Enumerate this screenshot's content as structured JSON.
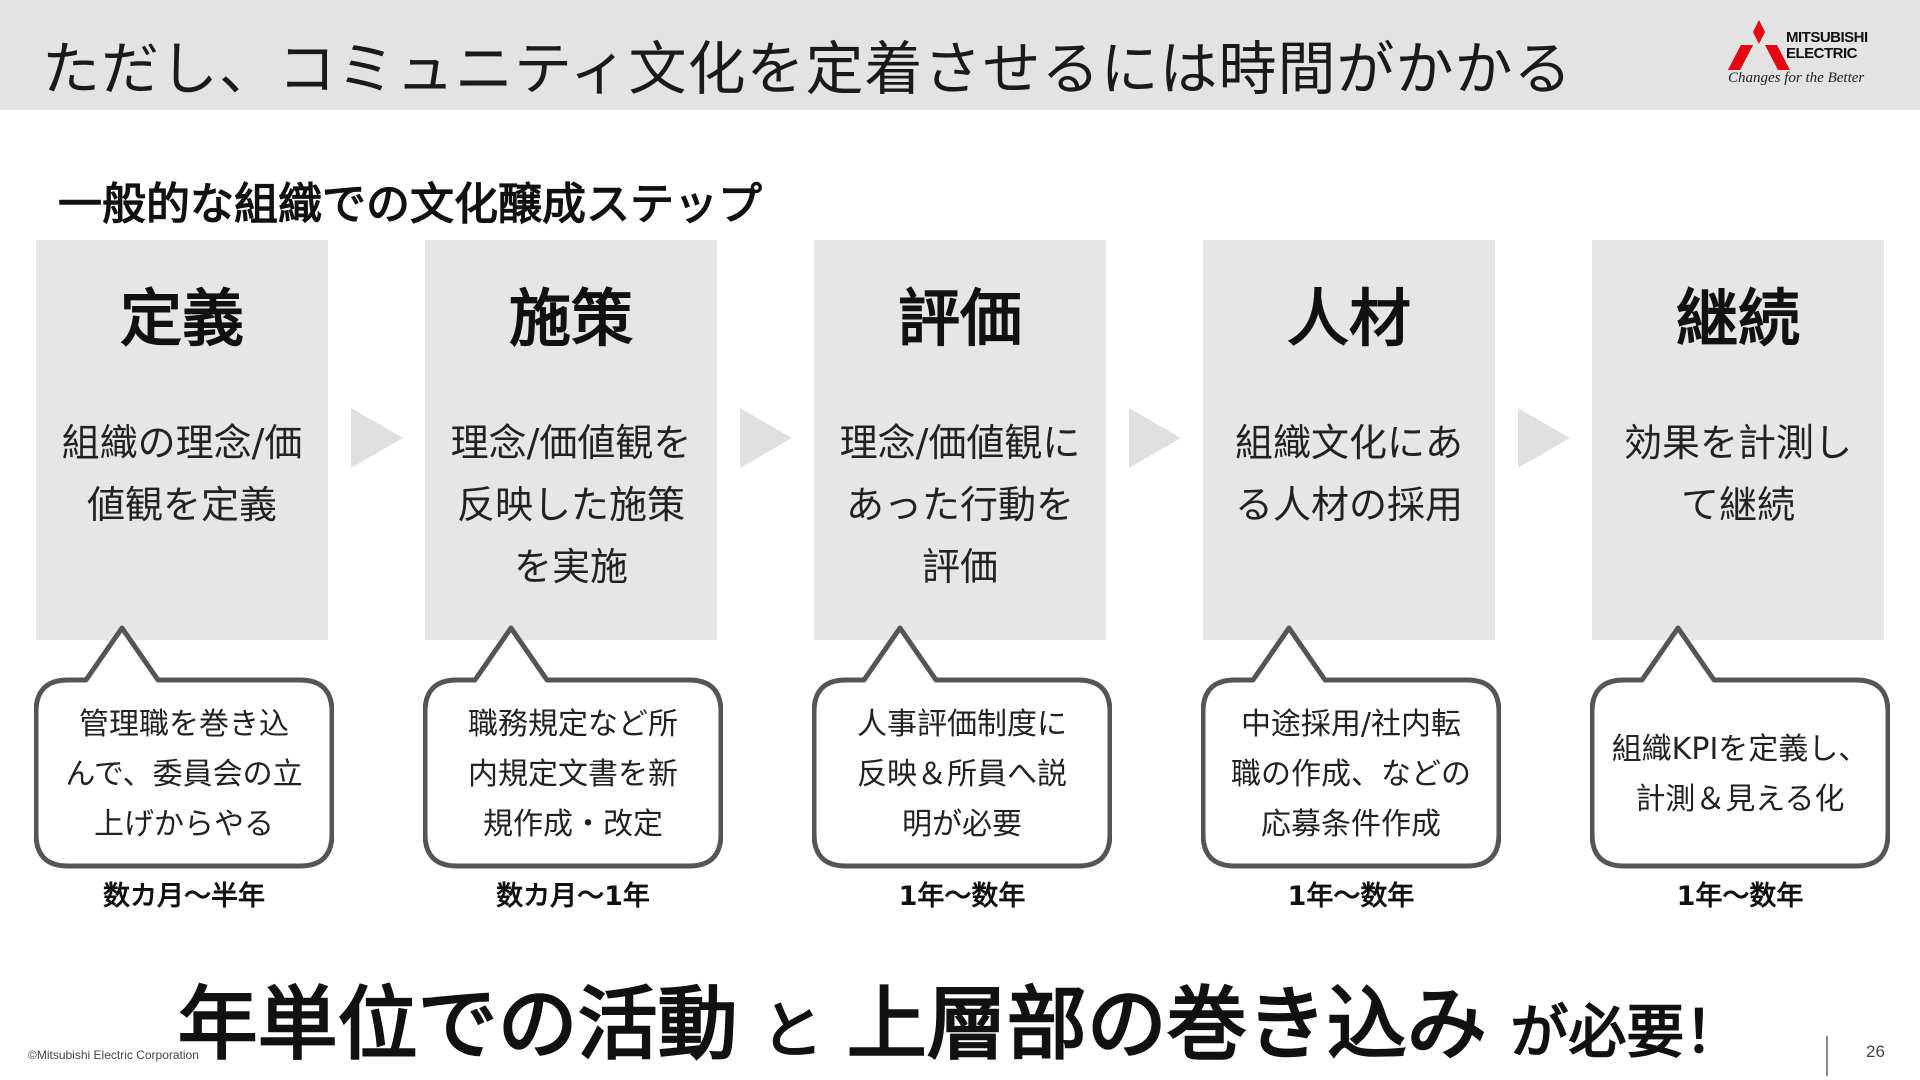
{
  "header": {
    "title": "ただし、コミュニティ文化を定着させるには時間がかかる",
    "logo": {
      "name_line1": "MITSUBISHI",
      "name_line2": "ELECTRIC",
      "tagline": "Changes for the Better",
      "mark_color": "#e60012"
    }
  },
  "section": {
    "title": "一般的な組織での文化醸成ステップ"
  },
  "steps": [
    {
      "heading": "定義",
      "desc": [
        "組織の理念/価",
        "値観を定義"
      ],
      "bubble": [
        "管理職を巻き込",
        "んで、委員会の立",
        "上げからやる"
      ],
      "duration": "数カ月～半年"
    },
    {
      "heading": "施策",
      "desc": [
        "理念/価値観を",
        "反映した施策",
        "を実施"
      ],
      "bubble": [
        "職務規定など所",
        "内規定文書を新",
        "規作成・改定"
      ],
      "duration": "数カ月～1年"
    },
    {
      "heading": "評価",
      "desc": [
        "理念/価値観に",
        "あった行動を",
        "評価"
      ],
      "bubble": [
        "人事評価制度に",
        "反映＆所員へ説",
        "明が必要"
      ],
      "duration": "1年～数年"
    },
    {
      "heading": "人材",
      "desc": [
        "組織文化にあ",
        "る人材の採用"
      ],
      "bubble": [
        "中途採用/社内転",
        "職の作成、などの",
        "応募条件作成"
      ],
      "duration": "1年～数年"
    },
    {
      "heading": "継続",
      "desc": [
        "効果を計測し",
        "て継続"
      ],
      "bubble": [
        "組織KPIを定義し、",
        "計測＆見える化"
      ],
      "duration": "1年～数年"
    }
  ],
  "conclusion": {
    "part1": "年単位での活動",
    "part2": "と",
    "part3": "上層部の巻き込み",
    "part4": "が必要！"
  },
  "footer": {
    "copyright": "©Mitsubishi Electric Corporation",
    "page_number": "26"
  },
  "colors": {
    "header_band": "#e3e3e3",
    "step_box": "#e6e6e6",
    "arrow": "#e0e0e0",
    "bubble_border": "#555555"
  }
}
